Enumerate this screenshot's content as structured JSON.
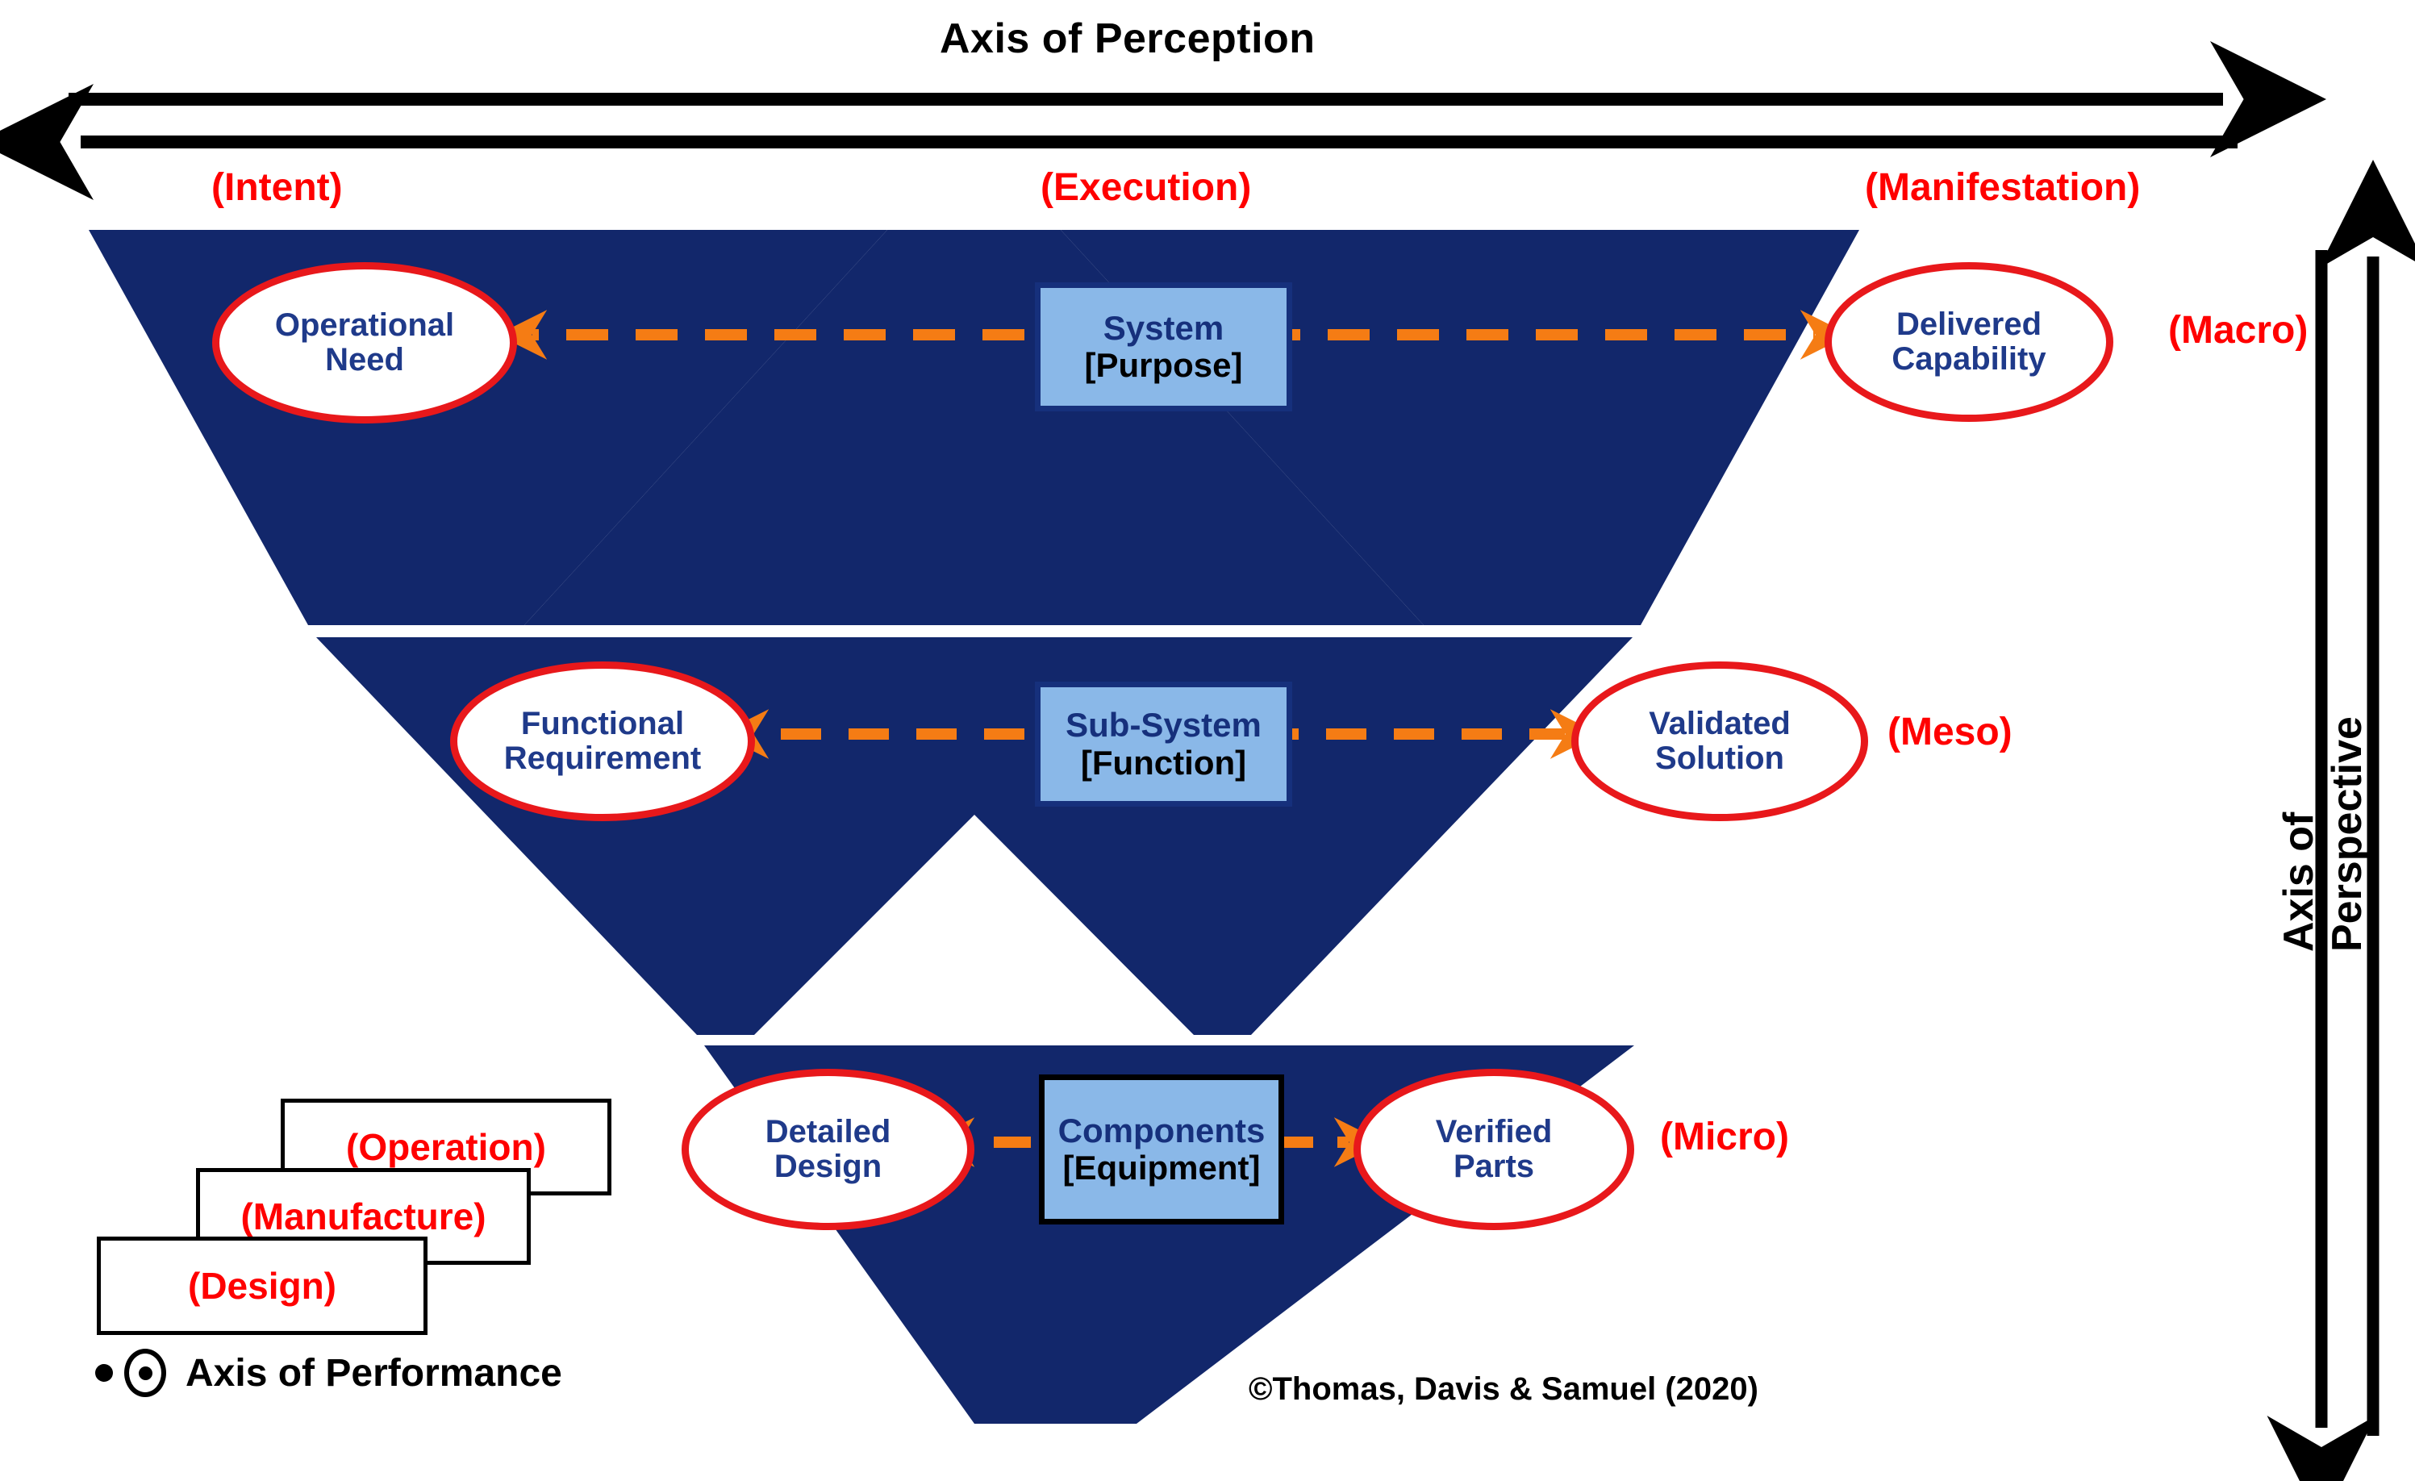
{
  "diagram": {
    "title_top": "Axis of Perception",
    "title_right": "Axis of Perspective",
    "title_performance": "Axis of Performance",
    "credit": "©Thomas, Davis & Samuel (2020)",
    "colors": {
      "navy_v": "#12276B",
      "red_text": "#FF0000",
      "red_ellipse": "#E8181B",
      "light_blue_box": "#8AB8E8",
      "orange_arrow": "#F57C14",
      "node_text": "#0B2E8A",
      "black": "#000000"
    }
  },
  "perception_axis": {
    "label": "Axis of Perception",
    "arrow_right_name": "right-arrow",
    "arrow_left_name": "left-arrow",
    "phases": [
      {
        "label": "(Intent)"
      },
      {
        "label": "(Execution)"
      },
      {
        "label": "(Manifestation)"
      }
    ]
  },
  "perspective_axis": {
    "label": "Axis of Perspective",
    "scales": [
      {
        "label": "(Macro)"
      },
      {
        "label": "(Meso)"
      },
      {
        "label": "(Micro)"
      }
    ]
  },
  "rows": [
    {
      "scale": "(Macro)",
      "left_node": {
        "line1": "Operational",
        "line2": "Need"
      },
      "center_box": {
        "top": "System",
        "bottom": "[Purpose]"
      },
      "right_node": {
        "line1": "Delivered",
        "line2": "Capability"
      }
    },
    {
      "scale": "(Meso)",
      "left_node": {
        "line1": "Functional",
        "line2": "Requirement"
      },
      "center_box": {
        "top": "Sub-System",
        "bottom": "[Function]"
      },
      "right_node": {
        "line1": "Validated",
        "line2": "Solution"
      }
    },
    {
      "scale": "(Micro)",
      "left_node": {
        "line1": "Detailed",
        "line2": "Design"
      },
      "center_box": {
        "top": "Components",
        "bottom": "[Equipment]"
      },
      "right_node": {
        "line1": "Verified",
        "line2": "Parts"
      }
    }
  ],
  "performance_stack": {
    "label": "Axis of Performance",
    "items": [
      {
        "label": "(Operation)"
      },
      {
        "label": "(Manufacture)"
      },
      {
        "label": "(Design)"
      }
    ]
  }
}
